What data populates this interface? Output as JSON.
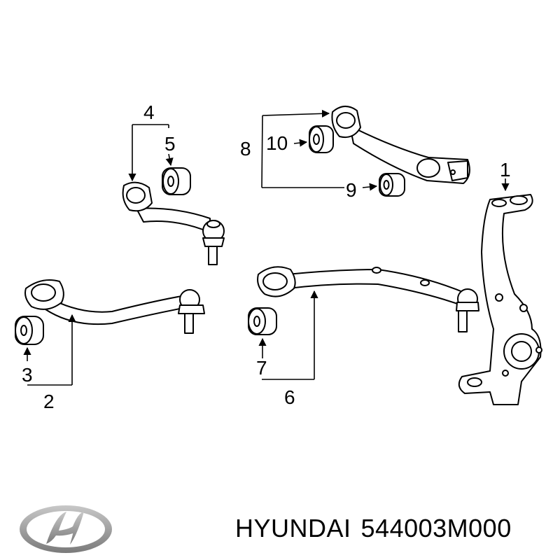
{
  "callouts": {
    "c1": "1",
    "c2": "2",
    "c3": "3",
    "c4": "4",
    "c5": "5",
    "c6": "6",
    "c7": "7",
    "c8": "8",
    "c9": "9",
    "c10": "10"
  },
  "footer": {
    "brand": "HYUNDAI",
    "part_number": "544003M000"
  },
  "logo_lettering": "H",
  "colors": {
    "line": "#000000",
    "part_fill": "#ffffff",
    "logo": "#9a9a9a"
  }
}
